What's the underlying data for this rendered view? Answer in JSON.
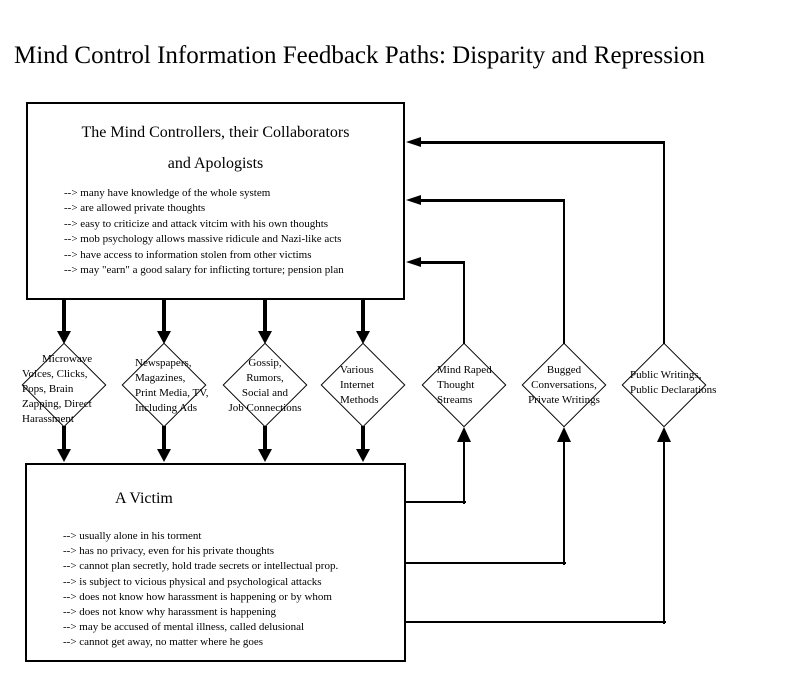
{
  "page_title": "Mind Control Information Feedback Paths: Disparity and Repression",
  "controllers_box": {
    "title_line1": "The Mind Controllers, their Collaborators",
    "title_line2": "and Apologists",
    "bullets": [
      "--> many have knowledge of the whole system",
      "--> are allowed private thoughts",
      "--> easy to criticize and attack vitcim with his own thoughts",
      "--> mob psychology allows massive ridicule and Nazi-like acts",
      "--> have access to information stolen from other victims",
      "--> may \"earn\" a good salary for inflicting torture; pension plan"
    ]
  },
  "victim_box": {
    "title": "A Victim",
    "bullets": [
      "--> usually alone in his torment",
      "--> has no privacy, even for his private thoughts",
      "--> cannot plan secretly, hold trade secrets or intellectual prop.",
      "--> is subject to vicious physical and psychological attacks",
      "--> does not know how harassment is happening or by whom",
      "--> does not know why harassment is happening",
      "--> may be accused of mental illness, called delusional",
      "--> cannot get away, no matter where he goes"
    ]
  },
  "channels": [
    {
      "id": "microwave",
      "direction": "controllers-to-victim",
      "lines": [
        "Microwave",
        "Voices, Clicks,",
        "Pops, Brain",
        "Zapping, Direct",
        "Harassment"
      ]
    },
    {
      "id": "print-media",
      "direction": "controllers-to-victim",
      "lines": [
        "Newspapers,",
        "Magazines,",
        "Print Media, TV,",
        "Including Ads"
      ]
    },
    {
      "id": "gossip",
      "direction": "controllers-to-victim",
      "lines": [
        "Gossip,",
        "Rumors,",
        "Social and",
        "Job Connections"
      ]
    },
    {
      "id": "internet",
      "direction": "controllers-to-victim",
      "lines": [
        "Various",
        "Internet",
        "Methods"
      ]
    },
    {
      "id": "thought-streams",
      "direction": "victim-to-controllers",
      "lines": [
        "Mind Raped",
        "Thought",
        "Streams"
      ]
    },
    {
      "id": "bugged-conversations",
      "direction": "victim-to-controllers",
      "lines": [
        "Bugged",
        "Conversations,",
        "Private Writings"
      ]
    },
    {
      "id": "public-writings",
      "direction": "victim-to-controllers",
      "lines": [
        "Public Writings,",
        "Public Declarations"
      ]
    }
  ],
  "colors": {
    "ink": "#000000",
    "background": "#ffffff"
  }
}
